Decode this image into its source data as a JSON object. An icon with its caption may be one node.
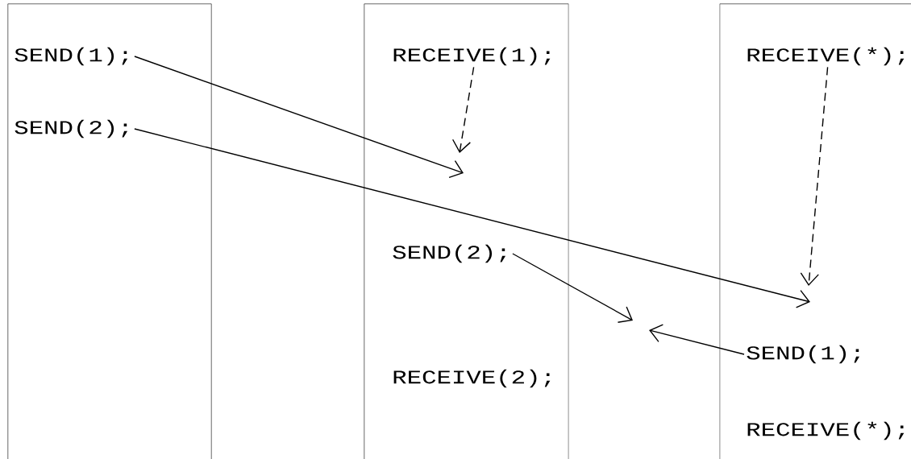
{
  "diagram": {
    "nodes": [
      {
        "text": [],
        "shape": "box"
      },
      {
        "text": [
          "SEND(1);"
        ],
        "in": 0
      },
      {
        "text": [
          "SEND(2);"
        ],
        "in": 0
      },
      {
        "text": [],
        "shape": "box"
      },
      {
        "text": [
          "RECEIVE(1);"
        ],
        "in": 3
      },
      {
        "text": [
          "SEND(2);"
        ],
        "in": 3
      },
      {
        "text": [
          "RECEIVE(2);"
        ],
        "in": 3
      },
      {
        "text": [],
        "shape": "box"
      },
      {
        "text": [
          "RECEIVE(*);"
        ],
        "in": 7
      },
      {
        "text": [
          "SEND(1);"
        ],
        "in": 7
      },
      {
        "text": [
          "RECEIVE(*);"
        ],
        "in": 7
      }
    ],
    "edges": [
      {
        "from": 1,
        "to": null,
        "arrow": "to"
      },
      {
        "from": 2,
        "to": null,
        "arrow": "to"
      },
      {
        "from": 4,
        "to": null,
        "arrow": "to",
        "style": "dashed"
      },
      {
        "from": 8,
        "to": null,
        "arrow": "to",
        "style": "dashed"
      },
      {
        "from": 5,
        "to": null,
        "arrow": "to"
      },
      {
        "from": 9,
        "to": null,
        "arrow": "to"
      }
    ]
  }
}
